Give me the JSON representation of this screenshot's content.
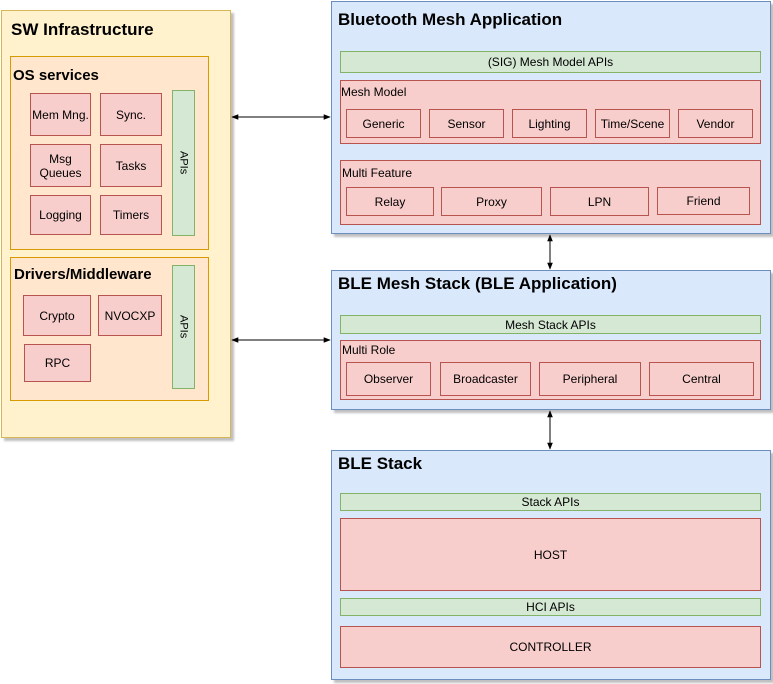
{
  "sw_infra": {
    "title": "SW Infrastructure",
    "os_services": {
      "title": "OS services",
      "items": [
        "Mem Mng.",
        "Sync.",
        "Msg\nQueues",
        "Tasks",
        "Logging",
        "Timers"
      ],
      "apis": "APIs"
    },
    "drivers": {
      "title": "Drivers/Middleware",
      "items": [
        "Crypto",
        "NVOCXP",
        "RPC"
      ],
      "apis": "APIs"
    }
  },
  "bt_mesh_app": {
    "title": "Bluetooth Mesh Application",
    "apis": "(SIG) Mesh Model APIs",
    "mesh_model": {
      "title": "Mesh Model",
      "items": [
        "Generic",
        "Sensor",
        "Lighting",
        "Time/Scene",
        "Vendor"
      ]
    },
    "multi_feature": {
      "title": "Multi Feature",
      "items": [
        "Relay",
        "Proxy",
        "LPN",
        "Friend"
      ]
    }
  },
  "ble_mesh_stack": {
    "title": "BLE Mesh Stack (BLE Application)",
    "apis": "Mesh Stack APIs",
    "multi_role": {
      "title": "Multi Role",
      "items": [
        "Observer",
        "Broadcaster",
        "Peripheral",
        "Central"
      ]
    }
  },
  "ble_stack": {
    "title": "BLE Stack",
    "stack_apis": "Stack APIs",
    "host": "HOST",
    "hci_apis": "HCI APIs",
    "controller": "CONTROLLER"
  }
}
